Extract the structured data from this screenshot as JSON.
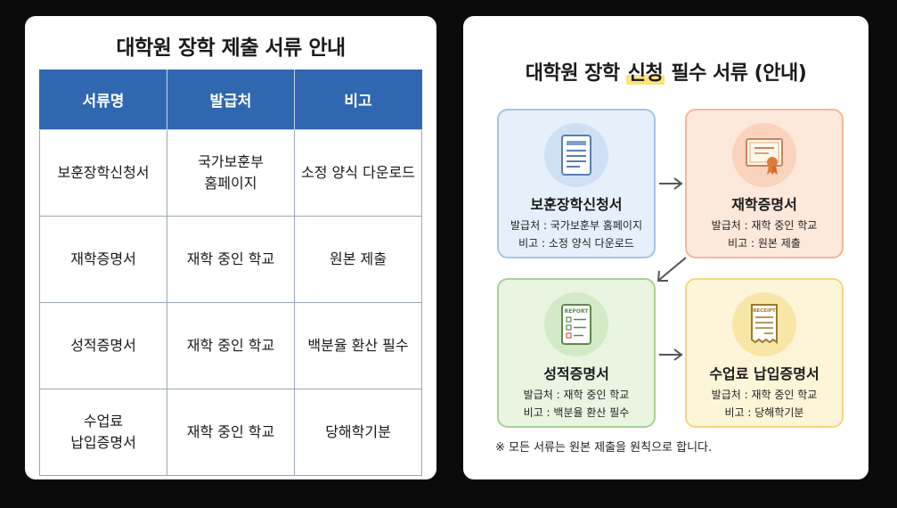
{
  "left_panel": {
    "title": "대학원 장학 제출 서류 안내",
    "headers": [
      "서류명",
      "발급처",
      "비고"
    ],
    "rows": [
      [
        "보훈장학신청서",
        "국가보훈부\n홈페이지",
        "소정 양식 다운로드"
      ],
      [
        "재학증명서",
        "재학 중인 학교",
        "원본 제출"
      ],
      [
        "성적증명서",
        "재학 중인 학교",
        "백분율 환산 필수"
      ],
      [
        "수업료\n납입증명서",
        "재학 중인 학교",
        "당해학기분"
      ]
    ]
  },
  "right_panel": {
    "title_prefix": "대학원 장학 ",
    "title_highlight": "신청",
    "title_suffix": " 필수 서류 (안내)",
    "cards": [
      {
        "name": "보훈장학신청서",
        "line1": "발급처 : 국가보훈부 홈페이지",
        "line2": "비고 : 소정 양식 다운로드",
        "icon": "application-form-icon",
        "theme": "blue"
      },
      {
        "name": "재학증명서",
        "line1": "발급처 : 재학 중인 학교",
        "line2": "비고 : 원본 제출",
        "icon": "certificate-icon",
        "theme": "orange"
      },
      {
        "name": "성적증명서",
        "line1": "발급처 : 재학 중인 학교",
        "line2": "비고 : 백분율 환산 필수",
        "icon": "report-icon",
        "theme": "green",
        "icon_text": "REPORT"
      },
      {
        "name": "수업료 납입증명서",
        "line1": "발급처 : 재학 중인 학교",
        "line2": "비고 : 당해학기분",
        "icon": "receipt-icon",
        "theme": "yellow",
        "icon_text": "RECEIPT"
      }
    ],
    "note": "※ 모든 서류는 원본 제출을 원칙으로 합니다."
  },
  "colors": {
    "table_header": "#2f67b1",
    "highlight": "#ffe37a",
    "blue_card": "#e6f0fb",
    "orange_card": "#fde8dc",
    "green_card": "#e9f4e1",
    "yellow_card": "#fdf5d8"
  }
}
